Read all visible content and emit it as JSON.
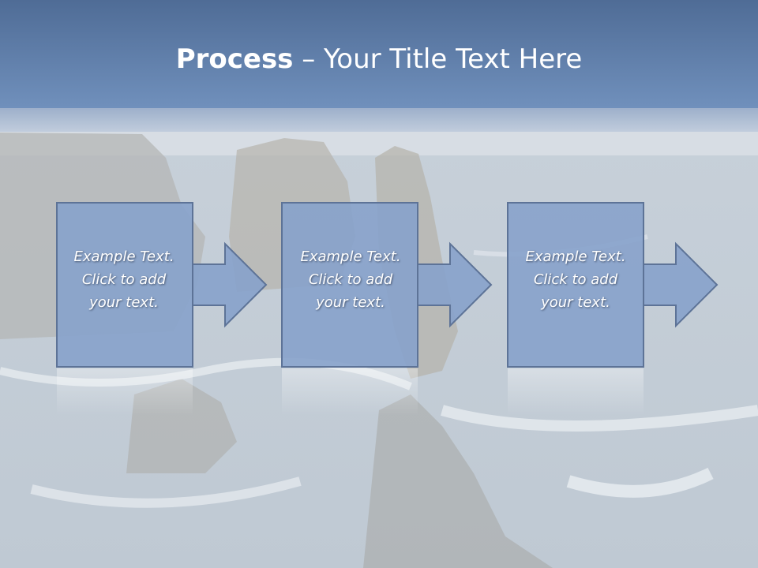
{
  "slide": {
    "title_bold": "Process",
    "title_rest": " – Your Title Text Here"
  },
  "steps": [
    {
      "line1": "Example Text.",
      "line2": "Click  to add",
      "line3": "your text."
    },
    {
      "line1": "Example Text.",
      "line2": "Click  to add",
      "line3": "your text."
    },
    {
      "line1": "Example Text.",
      "line2": "Click  to add",
      "line3": "your text."
    }
  ],
  "colors": {
    "header": "#5a77a2",
    "box_fill": "#87a2cb",
    "box_stroke": "#5d7397",
    "text": "#ffffff"
  }
}
